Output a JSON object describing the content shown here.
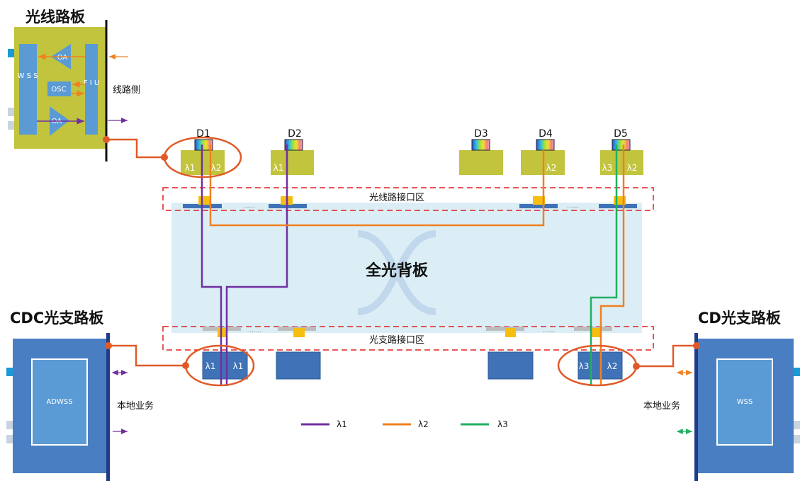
{
  "line_board": {
    "title": "光线路板",
    "wss": "W S S",
    "fiu": "F I U",
    "oa_top": "OA",
    "oa_bottom": "OA",
    "osc": "OSC",
    "side_label": "线路侧"
  },
  "degrees": [
    {
      "label": "D1",
      "wavelengths": [
        "λ1",
        "λ2"
      ]
    },
    {
      "label": "D2",
      "wavelengths": [
        "λ1"
      ]
    },
    {
      "label": "D3",
      "wavelengths": []
    },
    {
      "label": "D4",
      "wavelengths": [
        "λ2"
      ]
    },
    {
      "label": "D5",
      "wavelengths": [
        "λ3",
        "λ2"
      ]
    }
  ],
  "backplane": {
    "title": "全光背板",
    "line_zone": "光线路接口区",
    "tributary_zone": "光支路接口区",
    "ellipsis": "......"
  },
  "cdc_board": {
    "title": "CDC光支路板",
    "inner": "ADWSS",
    "local": "本地业务",
    "ports": [
      "λ1",
      "λ1"
    ]
  },
  "cd_board": {
    "title": "CD光支路板",
    "inner": "WSS",
    "local": "本地业务",
    "ports": [
      "λ3",
      "λ2"
    ]
  },
  "legend": [
    {
      "label": "λ1",
      "color": "#7030a0"
    },
    {
      "label": "λ2",
      "color": "#f08020"
    },
    {
      "label": "λ3",
      "color": "#20b060"
    }
  ],
  "colors": {
    "board_yellow": "#c2c43e",
    "board_blue": "#4a7ec2",
    "module_blue": "#5b9bd5",
    "connector": "#e05a28",
    "zone_dash": "#e02020",
    "backplane": "#dbeef6"
  }
}
